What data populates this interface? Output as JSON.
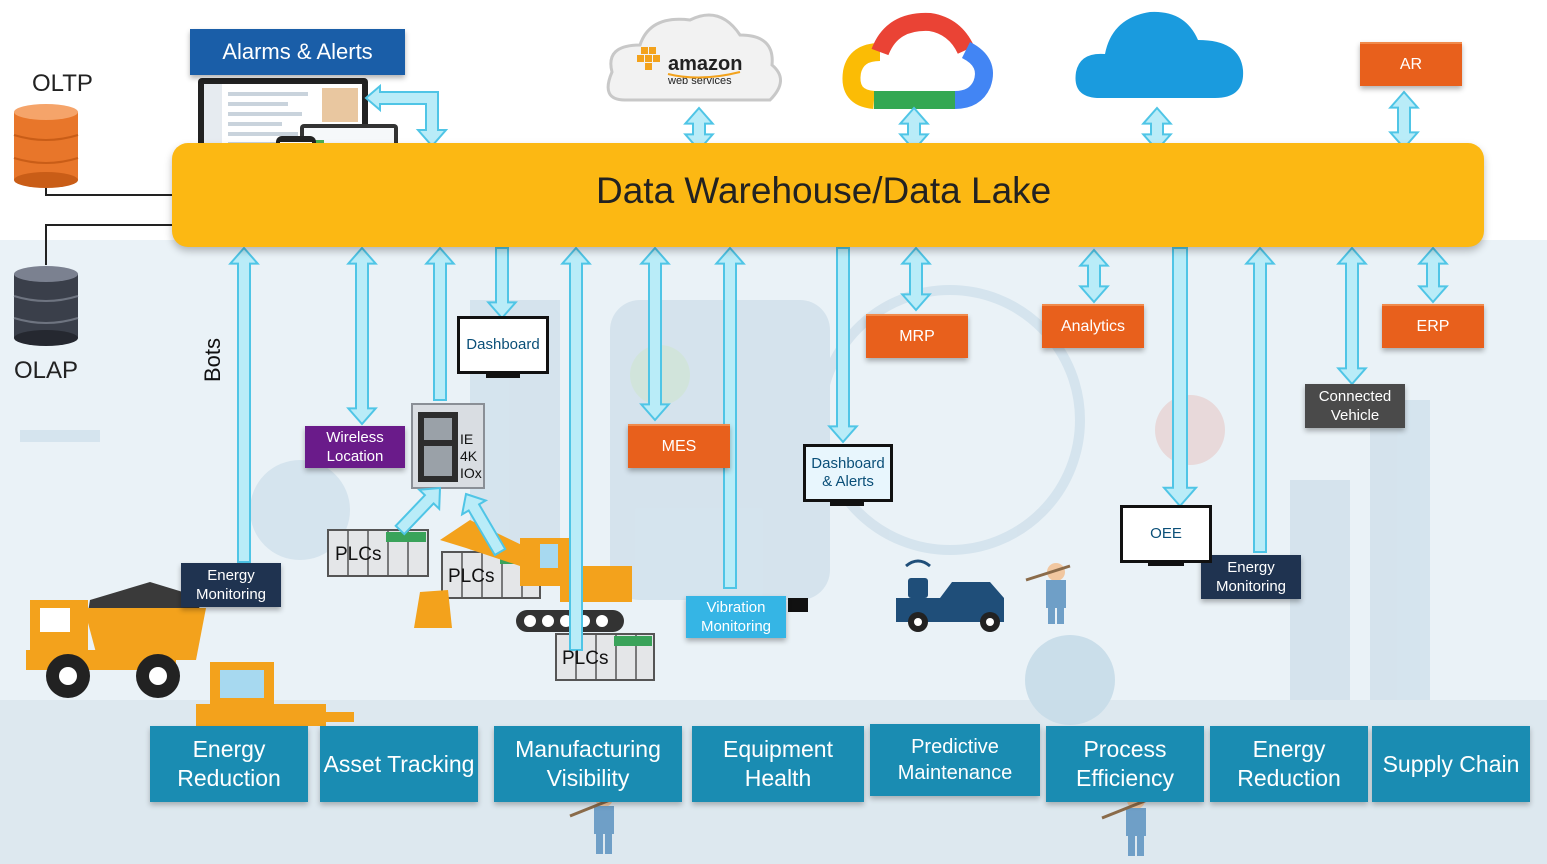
{
  "title": "Data Warehouse/Data Lake",
  "alarms_label": "Alarms & Alerts",
  "oltp_label": "OLTP",
  "olap_label": "OLAP",
  "bots_label": "Bots",
  "cloud": {
    "amazon_word": "amazon",
    "amazon_sub": "web services"
  },
  "boxes": {
    "ar": "AR",
    "mrp": "MRP",
    "analytics": "Analytics",
    "erp": "ERP",
    "mes": "MES",
    "connected_vehicle": "Connected Vehicle",
    "wireless_location": "Wireless Location",
    "energy_monitoring_left": "Energy Monitoring",
    "energy_monitoring_right": "Energy Monitoring",
    "vibration_monitoring": "Vibration Monitoring"
  },
  "monitors": {
    "dashboard": "Dashboard",
    "dashboard_alerts": "Dashboard & Alerts",
    "oee": "OEE"
  },
  "ie_device": {
    "line1": "IE",
    "line2": "4K",
    "line3": "IOx"
  },
  "plc_label": "PLCs",
  "tiles": [
    "Energy Reduction",
    "Asset Tracking",
    "Manufacturing Visibility",
    "Equipment Health",
    "Predictive Maintenance",
    "Process Efficiency",
    "Energy Reduction",
    "Supply Chain"
  ],
  "colors": {
    "lake": "#fcb813",
    "orange_box": "#e8601c",
    "tile": "#1a8cb2",
    "arrow": "#b9ecf8",
    "arrow_stroke": "#4fc5e6"
  }
}
